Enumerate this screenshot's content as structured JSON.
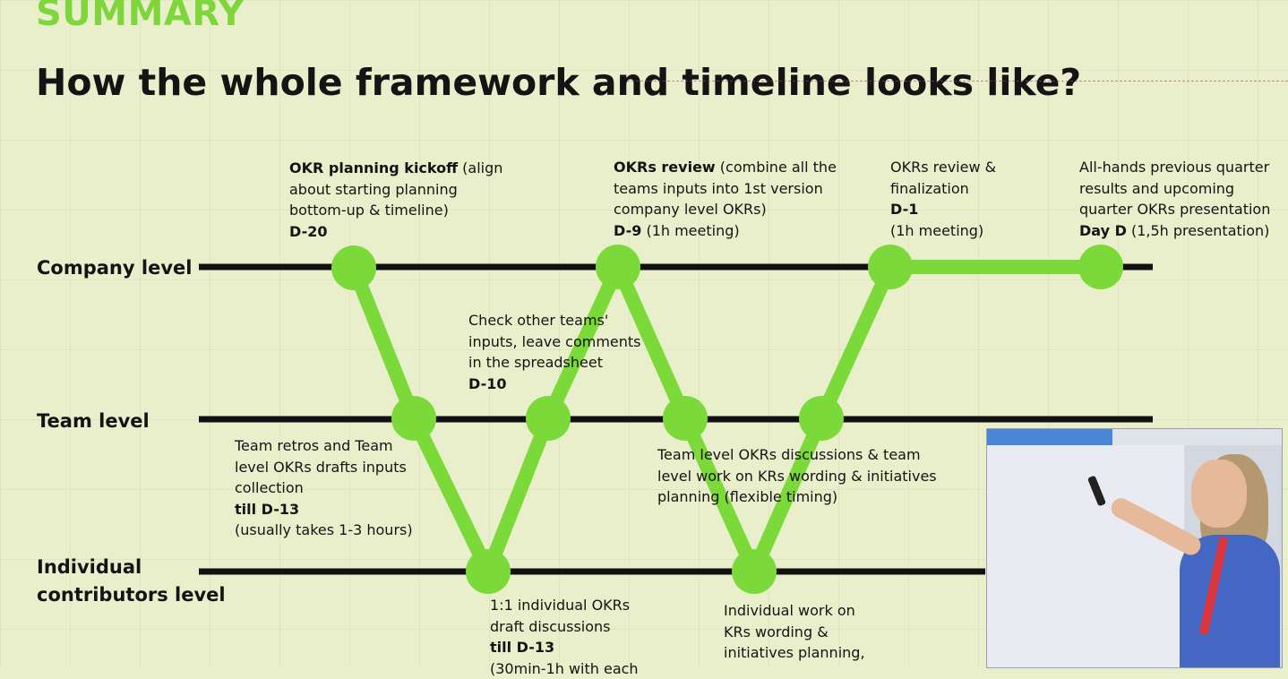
{
  "header": {
    "section": "SUMMARY",
    "title": "How the whole framework and timeline looks like?"
  },
  "levels": {
    "company": "Company level",
    "team": "Team level",
    "individual_line1": "Individual",
    "individual_line2": "contributors level"
  },
  "notes": {
    "kickoff": {
      "bold": "OKR planning kickoff",
      "rest": " (align",
      "l2": "about starting planning",
      "l3": "bottom-up & timeline)",
      "day": "D-20"
    },
    "review": {
      "bold": "OKRs review",
      "rest": " (combine all the",
      "l2": "teams inputs into 1st version",
      "l3": "company level OKRs)",
      "day": "D-9",
      "day_rest": " (1h meeting)"
    },
    "finalization": {
      "l1": "OKRs review &",
      "l2": "finalization",
      "day": "D-1",
      "l4": "(1h meeting)"
    },
    "allhands": {
      "l1": "All-hands previous quarter",
      "l2": "results and upcoming",
      "l3": "quarter OKRs presentation",
      "day": "Day D",
      "day_rest": " (1,5h presentation)"
    },
    "check": {
      "l1": "Check other teams'",
      "l2": "inputs, leave comments",
      "l3": "in the spreadsheet",
      "day": "D-10"
    },
    "retros": {
      "l1": "Team retros and Team",
      "l2": "level OKRs drafts inputs",
      "l3": "collection",
      "day": "till D-13",
      "l5": "(usually takes 1-3 hours)"
    },
    "teamdisc": {
      "l1": "Team level OKRs discussions & team",
      "l2": "level work on KRs wording & initiatives",
      "l3": "planning (flexible timing)"
    },
    "oneonone": {
      "l1": "1:1 individual OKRs",
      "l2": "draft discussions",
      "day": "till D-13",
      "l4": "(30min-1h with each"
    },
    "indwork": {
      "l1": "Individual work on",
      "l2": "KRs wording &",
      "l3": "initiatives planning,"
    }
  },
  "colors": {
    "accent": "#7bd93a",
    "line": "#111111",
    "background": "#e9efcb",
    "summary": "#7ed63c"
  },
  "icons": {
    "milestone": "circle-node"
  }
}
